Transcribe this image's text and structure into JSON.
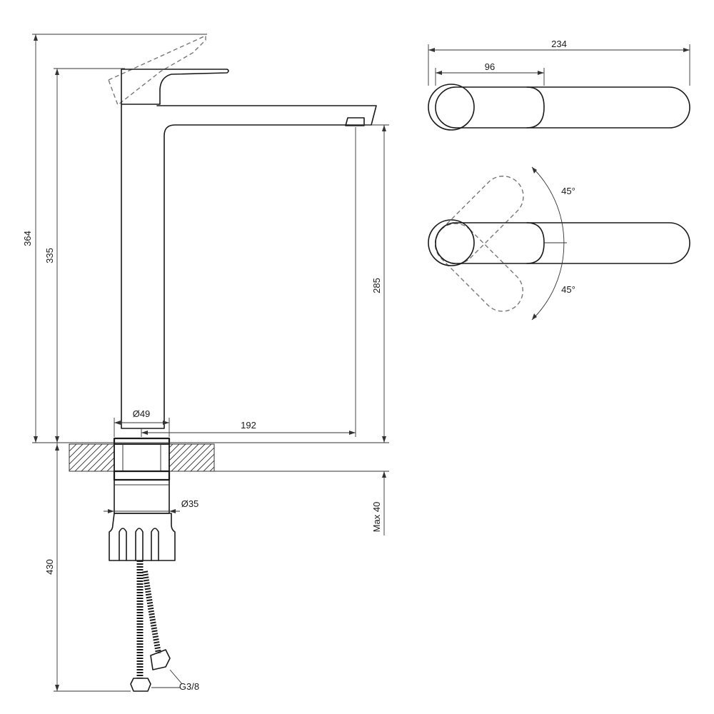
{
  "dimensions": {
    "total_height": "364",
    "spout_height": "335",
    "outlet_height": "285",
    "body_diameter": "Ø49",
    "spout_reach": "192",
    "countertop_thickness": "Max 40",
    "shank_diameter": "Ø35",
    "hose_length": "430",
    "hose_thread": "G3/8",
    "top_length": "234",
    "handle_length": "96",
    "rotation_angle_up": "45°",
    "rotation_angle_down": "45°"
  }
}
